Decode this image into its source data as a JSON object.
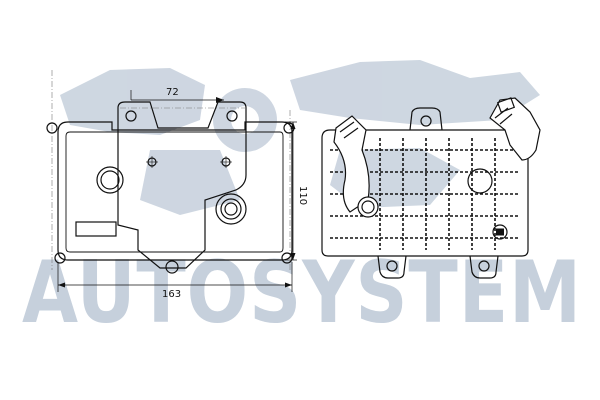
{
  "dimensions": {
    "top_width": "72",
    "height": "110",
    "overall_width": "163"
  },
  "watermark": {
    "brand": "AUTOSYSTEM",
    "color": "#c6d0dc"
  },
  "colors": {
    "line": "#111111",
    "background": "#ffffff"
  },
  "icons": [
    "watermark-logo",
    "arrow-right-icon"
  ]
}
